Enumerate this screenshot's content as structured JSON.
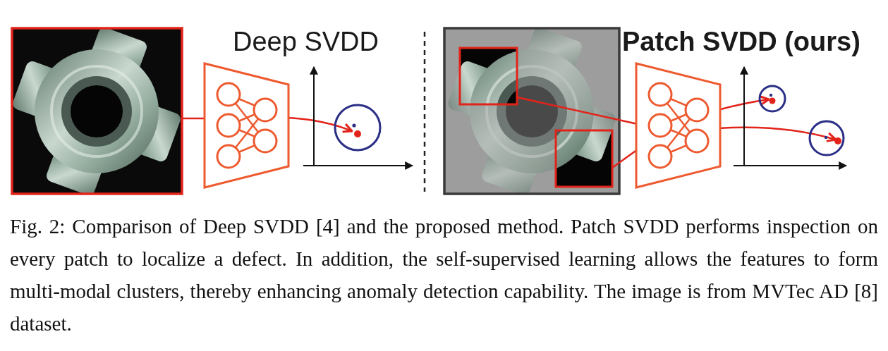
{
  "diagram": {
    "caption": "Fig. 2: Comparison of Deep SVDD [4] and the proposed method. Patch SVDD performs inspection on every patch to localize a defect. In addition, the self-supervised learning allows the features to form multi-modal clusters, thereby enhancing anomaly detection capability. The image is from MVTec AD [8] dataset.",
    "nodes": [
      {
        "text": [
          "Deep SVDD"
        ]
      },
      {
        "text": [
          "Patch SVDD (ours)"
        ]
      }
    ]
  }
}
